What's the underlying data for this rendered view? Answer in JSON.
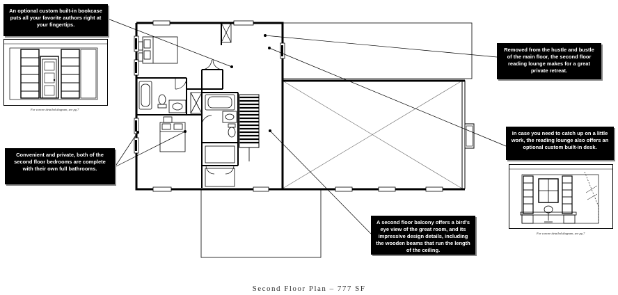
{
  "callouts": {
    "bookcase": "An optional custom built-in bookcase puts all your favorite authors right at your fingertips.",
    "lounge": "Removed from the hustle and bustle of the main floor, the second floor reading lounge makes for a great private retreat.",
    "desk": "In case you need to catch up on a little work, the reading lounge also offers an optional custom built-in desk.",
    "bedrooms": "Convenient and private, both of the second floor bedrooms are complete with their own full bathrooms.",
    "balcony": "A second floor balcony offers a bird's eye view of the great room, and its impressive design details, including the wooden beams that run the length of the ceiling."
  },
  "refs": {
    "bookcase": "For a more detailed diagram, see pg 7",
    "desk": "For a more detailed diagram, see pg 7"
  },
  "caption": "Second Floor Plan – 777 SF"
}
